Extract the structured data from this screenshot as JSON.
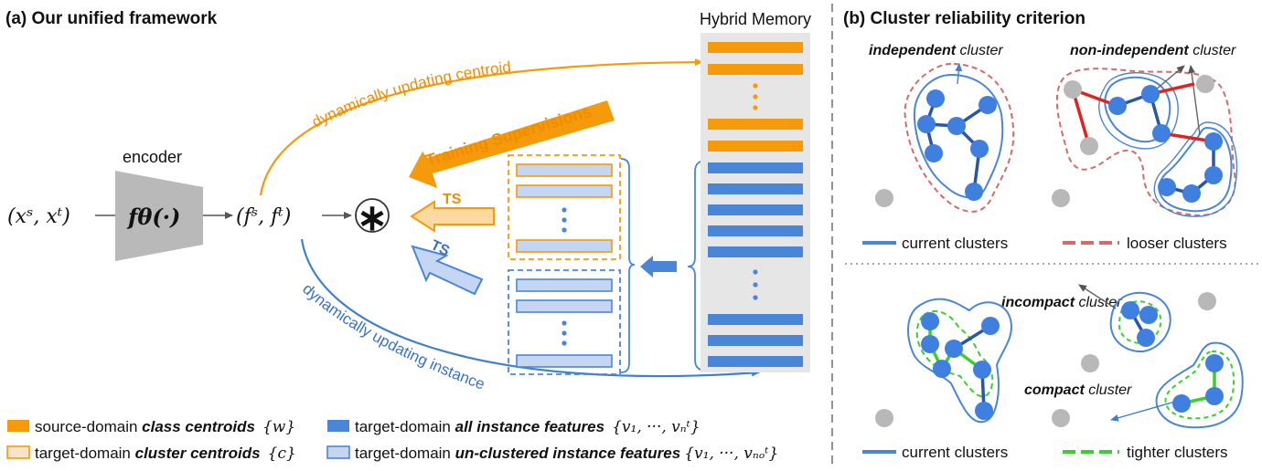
{
  "panel_a": {
    "title": "(a) Our unified framework",
    "encoder_label": "encoder",
    "encoder_function": "fθ(·)",
    "input_label": "(xˢ, xᵗ)",
    "feature_label": "(fˢ, fᵗ)",
    "operator_symbol": "∗",
    "memory_title": "Hybrid Memory",
    "training_supervisions": "Training Supervisions",
    "ts_short": "TS",
    "updating_centroid": "dynamically   updating   centroid",
    "updating_instance": "dynamically   updating   instance"
  },
  "legend": {
    "items": [
      {
        "prefix": "source-domain ",
        "bold": "class centroids",
        "math": "{w}"
      },
      {
        "prefix": "target-domain ",
        "bold": "all instance features",
        "math": "{v₁, ···, vₙᵗ}"
      },
      {
        "prefix": "target-domain ",
        "bold": "cluster centroids",
        "math": "{c}"
      },
      {
        "prefix": "target-domain ",
        "bold": "un-clustered instance features",
        "math": "{v₁, ···, vₙₒᵗ}"
      }
    ]
  },
  "panel_b": {
    "title": "(b) Cluster reliability criterion",
    "independent_bold": "independent",
    "non_independent_bold": "non-independent",
    "incompact_bold": "incompact",
    "compact_bold": "compact",
    "cluster_word": " cluster",
    "current_clusters": "current clusters",
    "looser_clusters": "looser clusters",
    "tighter_clusters": "tighter clusters"
  },
  "colors": {
    "orange": "#f59a0a",
    "blue": "#4a86d8",
    "light_blue": "#c5d6f2",
    "node_blue": "#3f7fe0",
    "edge_blue": "#2a56a8",
    "red_edge": "#e0231f",
    "red_dashed": "#d46a6a",
    "green": "#3bd02a",
    "gray_node": "#b8b8b8",
    "memory_bg": "#e6e6e6"
  }
}
